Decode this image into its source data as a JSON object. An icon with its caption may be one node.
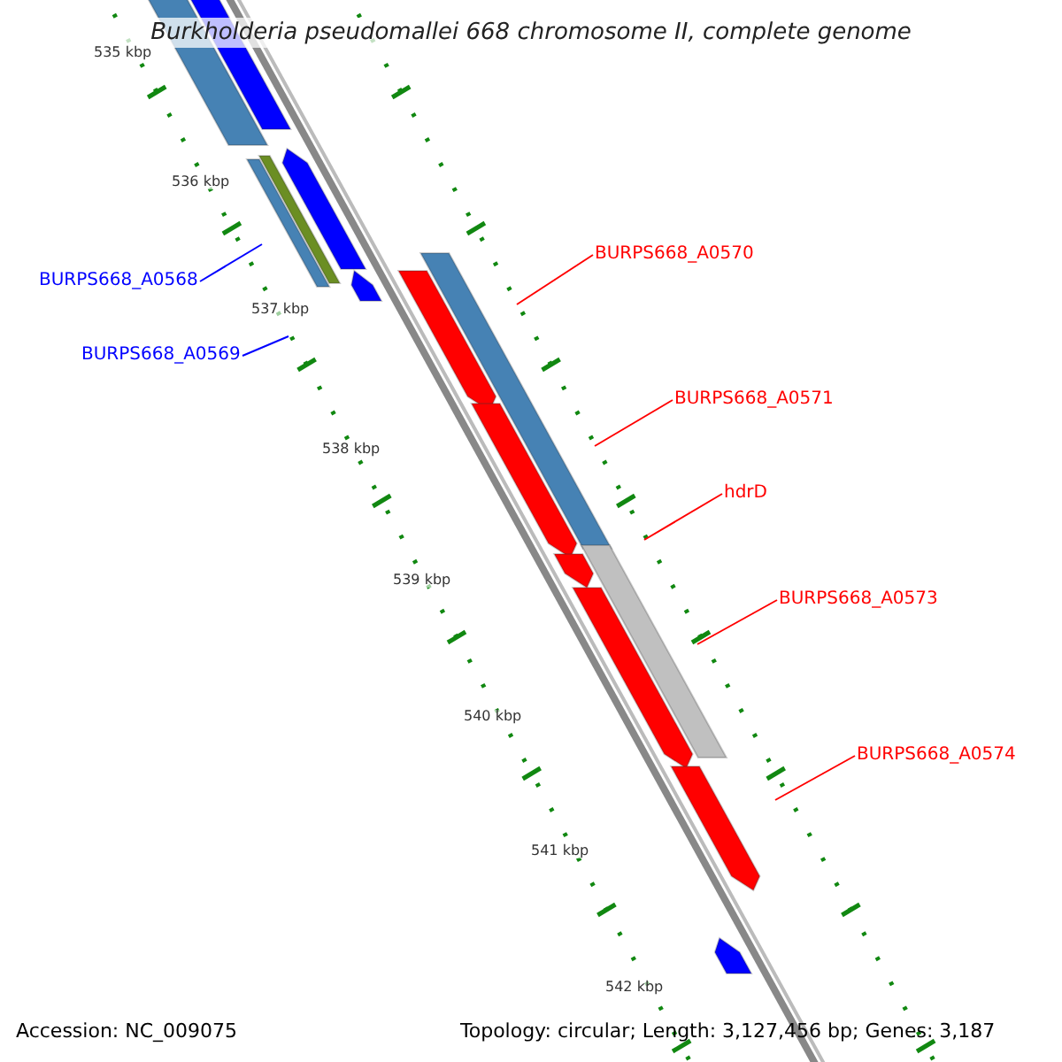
{
  "diagram": {
    "title": "Burkholderia pseudomallei 668 chromosome II, complete genome",
    "nodes": [
      {
        "text": [
          "BURPS668_A0568"
        ]
      },
      {
        "text": [
          "BURPS668_A0569"
        ]
      },
      {
        "text": [
          "BURPS668_A0570"
        ]
      },
      {
        "text": [
          "BURPS668_A0571"
        ]
      },
      {
        "text": [
          "hdrD"
        ]
      },
      {
        "text": [
          "BURPS668_A0573"
        ]
      },
      {
        "text": [
          "BURPS668_A0574"
        ]
      }
    ],
    "edges": [
      {
        "from": 0,
        "to": null,
        "arrow": "none",
        "color": "#0000ff"
      },
      {
        "from": 1,
        "to": null,
        "arrow": "none",
        "color": "#0000ff"
      },
      {
        "from": 2,
        "to": null,
        "arrow": "none"
      },
      {
        "from": 3,
        "to": null,
        "arrow": "none"
      },
      {
        "from": 4,
        "to": null,
        "arrow": "none"
      },
      {
        "from": 5,
        "to": null,
        "arrow": "none"
      },
      {
        "from": 6,
        "to": null,
        "arrow": "none"
      }
    ],
    "labels": [
      "535 kbp",
      "536 kbp",
      "537 kbp",
      "538 kbp",
      "539 kbp",
      "540 kbp",
      "541 kbp",
      "542 kbp",
      "Accession: NC_009075",
      "Topology: circular; Length: 3,127,456 bp; Genes: 3,187"
    ]
  }
}
